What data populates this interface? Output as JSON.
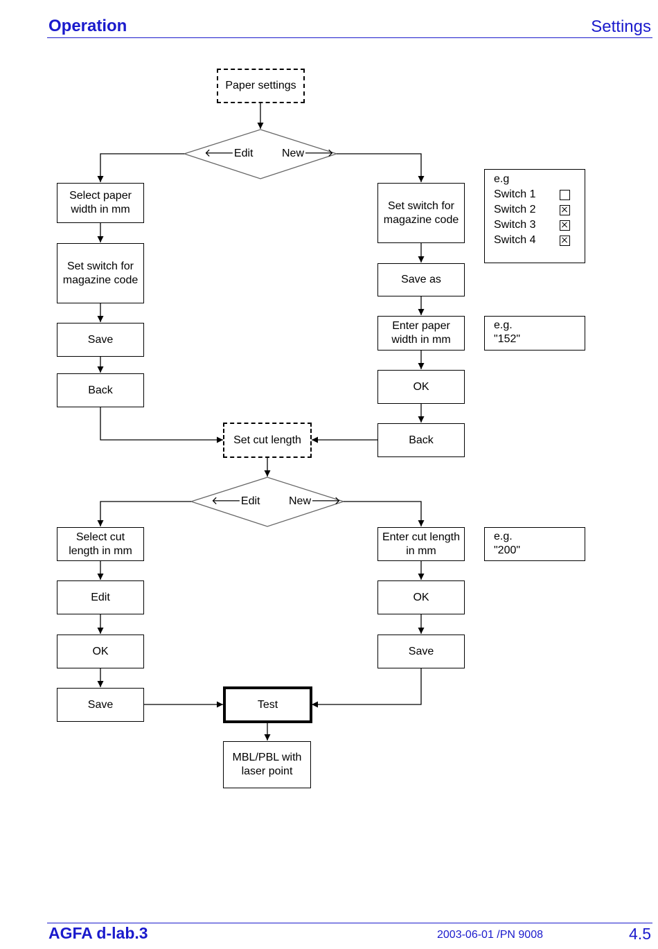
{
  "header": {
    "section": "Operation",
    "topic": "Settings"
  },
  "footer": {
    "product": "AGFA d-lab.3",
    "doc": "2003-06-01 /PN 9008",
    "page": "4.5"
  },
  "flow": {
    "paper_settings": "Paper settings",
    "dec1_edit": "Edit",
    "dec1_new": "New",
    "l_select_width": "Select paper\nwidth in mm",
    "l_set_switch": "Set switch for\nmagazine code",
    "l_save": "Save",
    "l_back": "Back",
    "r_set_switch": "Set switch for\nmagazine code",
    "r_save_as": "Save as",
    "r_enter_width": "Enter paper\nwidth in mm",
    "r_ok": "OK",
    "r_back": "Back",
    "set_cut_length": "Set cut length",
    "dec2_edit": "Edit",
    "dec2_new": "New",
    "l2_select_cut": "Select cut\nlength in mm",
    "l2_edit": "Edit",
    "l2_ok": "OK",
    "l2_save": "Save",
    "r2_enter_cut": "Enter cut length\nin mm",
    "r2_ok": "OK",
    "r2_save": "Save",
    "test": "Test",
    "mbl": "MBL/PBL with\nlaser point"
  },
  "notes": {
    "switch_example": {
      "title": "e.g",
      "switches": [
        {
          "label": "Switch 1",
          "checked": false
        },
        {
          "label": "Switch 2",
          "checked": true
        },
        {
          "label": "Switch 3",
          "checked": true
        },
        {
          "label": "Switch 4",
          "checked": true
        }
      ]
    },
    "width_example": {
      "line1": "e.g.",
      "line2": "\"152\""
    },
    "cut_example": {
      "line1": "e.g.",
      "line2": "\"200\""
    }
  }
}
